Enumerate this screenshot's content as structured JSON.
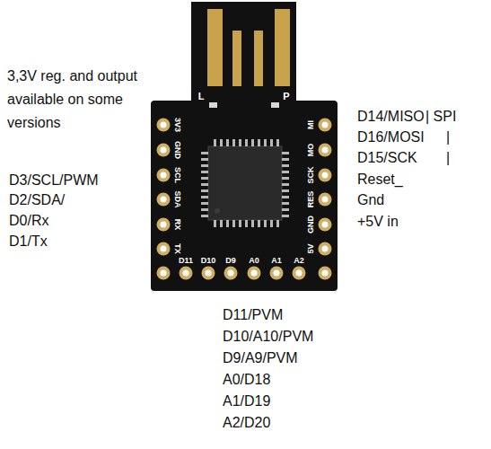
{
  "diagram": {
    "labels": [
      "3,3V reg. and output available on some versions",
      "D3/SCL/PWM",
      "D2/SDA/",
      "D0/Rx",
      "D1/Tx",
      "D14/MISO",
      "| SPI",
      "D16/MOSI",
      "|",
      "D15/SCK",
      "|",
      "Reset_",
      "Gnd",
      "+5V in",
      "D11/PVM",
      "D10/A10/PVM",
      "D9/A9/PVM",
      "A0/D18",
      "A1/D19",
      "A2/D20",
      "L",
      "P",
      "3V3",
      "GND",
      "SCL",
      "SDA",
      "RX",
      "TX",
      "MI",
      "MO",
      "SCK",
      "RES",
      "GND",
      "5V",
      "D11",
      "D10",
      "D9",
      "A0",
      "A1",
      "A2"
    ]
  }
}
